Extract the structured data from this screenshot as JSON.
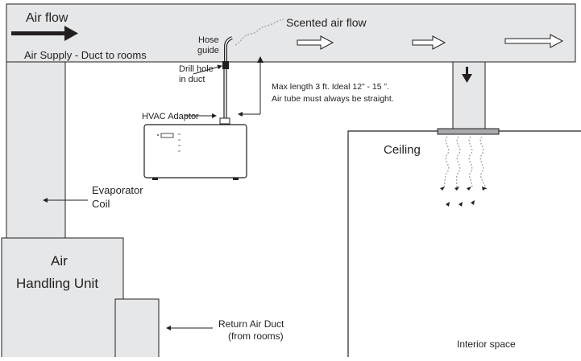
{
  "labels": {
    "air_flow": "Air flow",
    "scented_air_flow": "Scented air flow",
    "air_supply": "Air Supply - Duct to rooms",
    "hose_guide_line1": "Hose",
    "hose_guide_line2": "guide",
    "drill_hole_line1": "Drill hole",
    "drill_hole_line2": "in duct",
    "max_length_line1": "Max length 3 ft. Ideal 12” - 15 ”.",
    "max_length_line2": "Air tube must always be straight.",
    "hvac_adaptor": "HVAC Adaptor",
    "evaporator_line1": "Evaporator",
    "evaporator_line2": "Coil",
    "ceiling": "Ceiling",
    "ahu_line1": "Air",
    "ahu_line2": "Handling Unit",
    "return_line1": "Return Air  Duct",
    "return_line2": "(from rooms)",
    "interior_space": "Interior space"
  },
  "colors": {
    "duct_fill": "#e6e7e8",
    "stroke": "#231f20",
    "scent": "#a7a9ac"
  }
}
